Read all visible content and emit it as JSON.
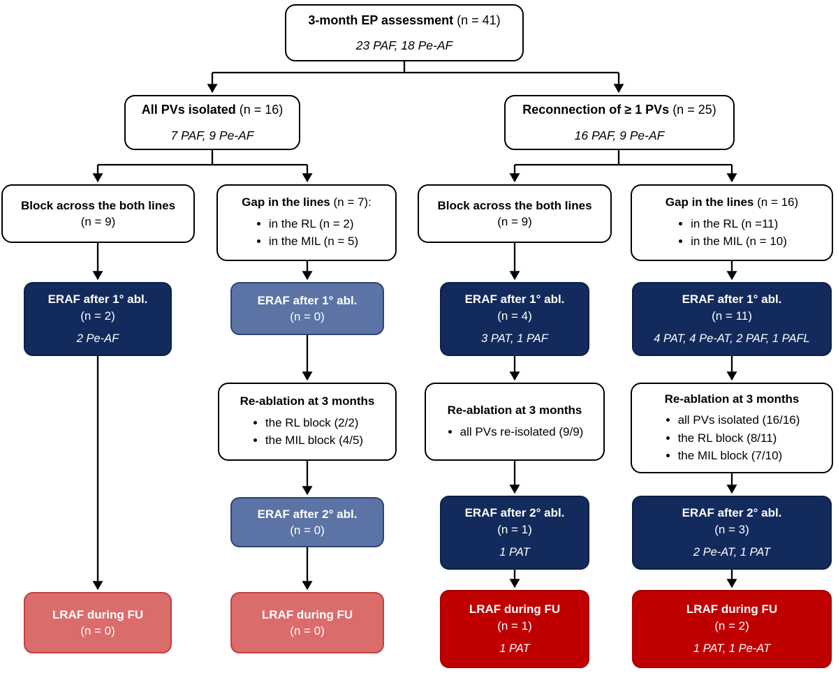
{
  "figure": {
    "background": "#FFFFFF",
    "line_color": "#000000"
  },
  "colors": {
    "dark_blue_fill": "#132A5C",
    "light_blue_fill": "#5C74A5",
    "light_red_fill": "#DB6C6C",
    "bright_red_fill": "#C00000",
    "white_box_border": "#000000"
  },
  "nodes": {
    "root": {
      "title": "3-month EP assessment",
      "count": " (n = 41)",
      "subtitle": "23 PAF, 18 Pe-AF"
    },
    "all_pvs": {
      "title": "All PVs isolated",
      "count": " (n = 16)",
      "subtitle": "7 PAF, 9 Pe-AF"
    },
    "reconnection": {
      "title": "Reconnection of ≥ 1 PVs",
      "count": " (n = 25)",
      "subtitle": "16 PAF, 9 Pe-AF"
    },
    "block_c1": {
      "title": "Block across the both lines",
      "count": "(n = 9)"
    },
    "gap_c2": {
      "title": "Gap in the lines",
      "count": " (n = 7):",
      "bullets": [
        "in the RL (n = 2)",
        "in the MIL (n = 5)"
      ]
    },
    "block_c3": {
      "title": "Block across the both lines",
      "count": "(n = 9)"
    },
    "gap_c4": {
      "title": "Gap in the lines",
      "count": " (n = 16)",
      "bullets": [
        "in the RL (n =11)",
        "in the MIL (n = 10)"
      ]
    },
    "eraf1_c1": {
      "title": "ERAF after 1° abl.",
      "count": "(n = 2)",
      "subtitle": "2 Pe-AF"
    },
    "eraf1_c2": {
      "title": "ERAF after 1° abl.",
      "count": "(n = 0)"
    },
    "eraf1_c3": {
      "title": "ERAF after 1° abl.",
      "count": "(n = 4)",
      "subtitle": "3 PAT, 1 PAF"
    },
    "eraf1_c4": {
      "title": "ERAF after 1° abl.",
      "count": "(n = 11)",
      "subtitle": "4 PAT, 4 Pe-AT, 2 PAF, 1 PAFL"
    },
    "reabl_c2": {
      "title": "Re-ablation at 3 months",
      "bullets": [
        "the RL block (2/2)",
        "the MIL block (4/5)"
      ]
    },
    "reabl_c3": {
      "title": "Re-ablation at 3 months",
      "bullets": [
        "all PVs re-isolated (9/9)"
      ]
    },
    "reabl_c4": {
      "title": "Re-ablation at 3 months",
      "bullets": [
        "all PVs isolated (16/16)",
        "the RL block (8/11)",
        "the MIL block (7/10)"
      ]
    },
    "eraf2_c2": {
      "title": "ERAF after 2° abl.",
      "count": "(n = 0)"
    },
    "eraf2_c3": {
      "title": "ERAF after 2° abl.",
      "count": "(n = 1)",
      "subtitle": "1 PAT"
    },
    "eraf2_c4": {
      "title": "ERAF after 2° abl.",
      "count": "(n = 3)",
      "subtitle": "2 Pe-AT, 1 PAT"
    },
    "lraf_c1": {
      "title": "LRAF during FU",
      "count": "(n = 0)"
    },
    "lraf_c2": {
      "title": "LRAF during FU",
      "count": "(n = 0)"
    },
    "lraf_c3": {
      "title": "LRAF during FU",
      "count": "(n = 1)",
      "subtitle": "1 PAT"
    },
    "lraf_c4": {
      "title": "LRAF during FU",
      "count": "(n = 2)",
      "subtitle": "1 PAT, 1 Pe-AT"
    }
  }
}
